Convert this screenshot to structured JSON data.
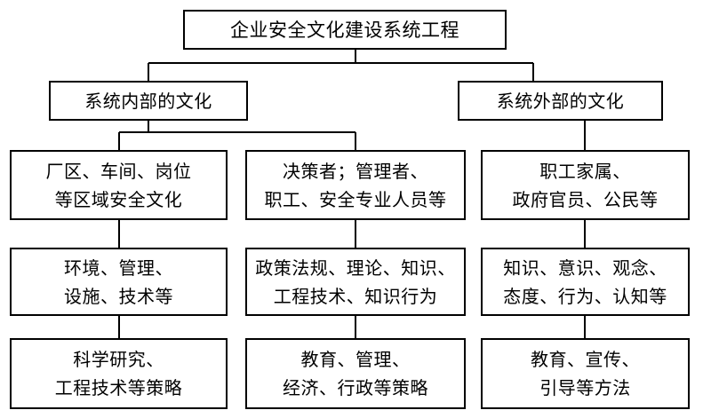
{
  "root": {
    "label": "企业安全文化建设系统工程"
  },
  "branches": {
    "internal": {
      "label": "系统内部的文化",
      "column_a": {
        "level1": [
          "厂区、车间、岗位",
          "等区域安全文化"
        ],
        "level2": [
          "环境、管理、",
          "设施、技术等"
        ],
        "level3": [
          "科学研究、",
          "工程技术等策略"
        ]
      },
      "column_b": {
        "level1": [
          "决策者；管理者、",
          "职工、安全专业人员等"
        ],
        "level2": [
          "政策法规、理论、知识、",
          "工程技术、知识行为"
        ],
        "level3": [
          "教育、管理、",
          "经济、行政等策略"
        ]
      }
    },
    "external": {
      "label": "系统外部的文化",
      "column_c": {
        "level1": [
          "职工家属、",
          "政府官员、公民等"
        ],
        "level2": [
          "知识、意识、观念、",
          "态度、行为、认知等"
        ],
        "level3": [
          "教育、宣传、",
          "引导等方法"
        ]
      }
    }
  }
}
